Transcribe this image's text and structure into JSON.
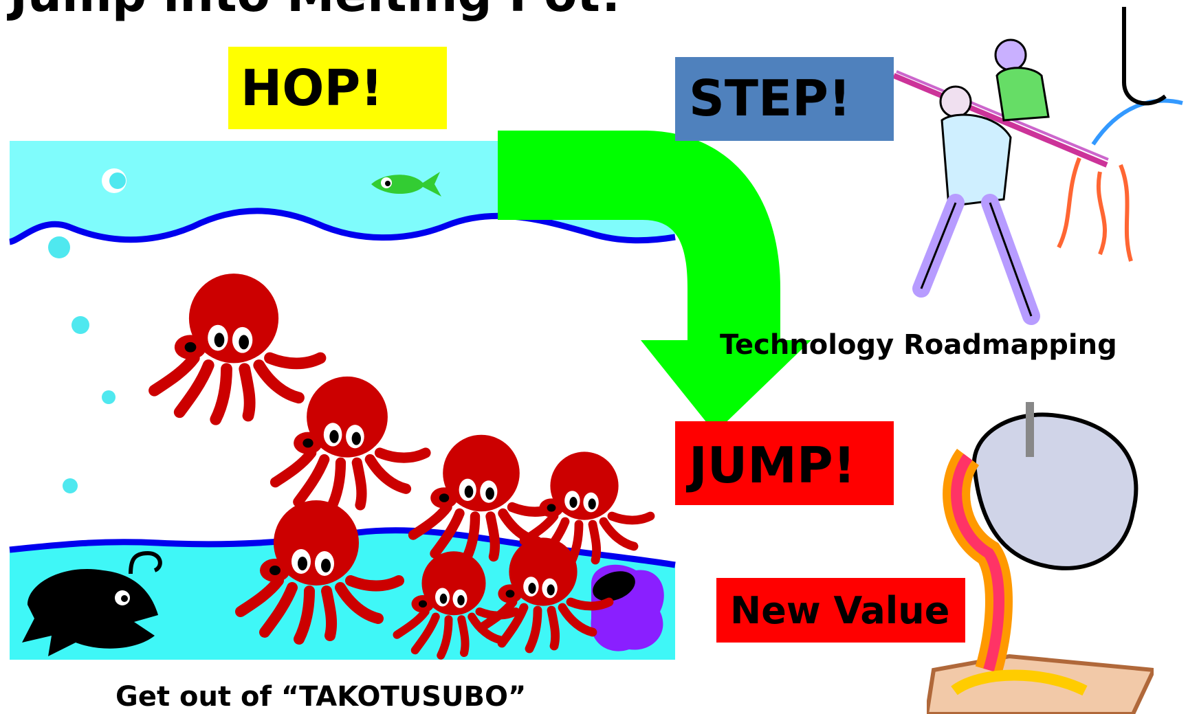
{
  "slide": {
    "title": "Jump into Melting Pot!"
  },
  "steps": {
    "hop": "HOP!",
    "step": "STEP!",
    "jump": "JUMP!",
    "new_value": "New Value"
  },
  "captions": {
    "tech_roadmapping": "Technology Roadmapping",
    "takotsubo": "Get out of “TAKOTUSUBO”"
  },
  "colors": {
    "hop_box": "#ffff00",
    "step_box": "#4f81bd",
    "jump_box": "#ff0000",
    "new_value_box": "#ff0000",
    "arrow": "#00ff00",
    "water_light": "#7ffcfc",
    "water_deep": "#3ff7f7",
    "wave_line": "#0000ee",
    "octopus": "#cc0000"
  },
  "icons": [
    "octopus-icon",
    "fish-icon",
    "anglerfish-icon",
    "octopus-pot-icon",
    "bubble-icon",
    "foundry-workers-icon",
    "crucible-pour-icon"
  ]
}
